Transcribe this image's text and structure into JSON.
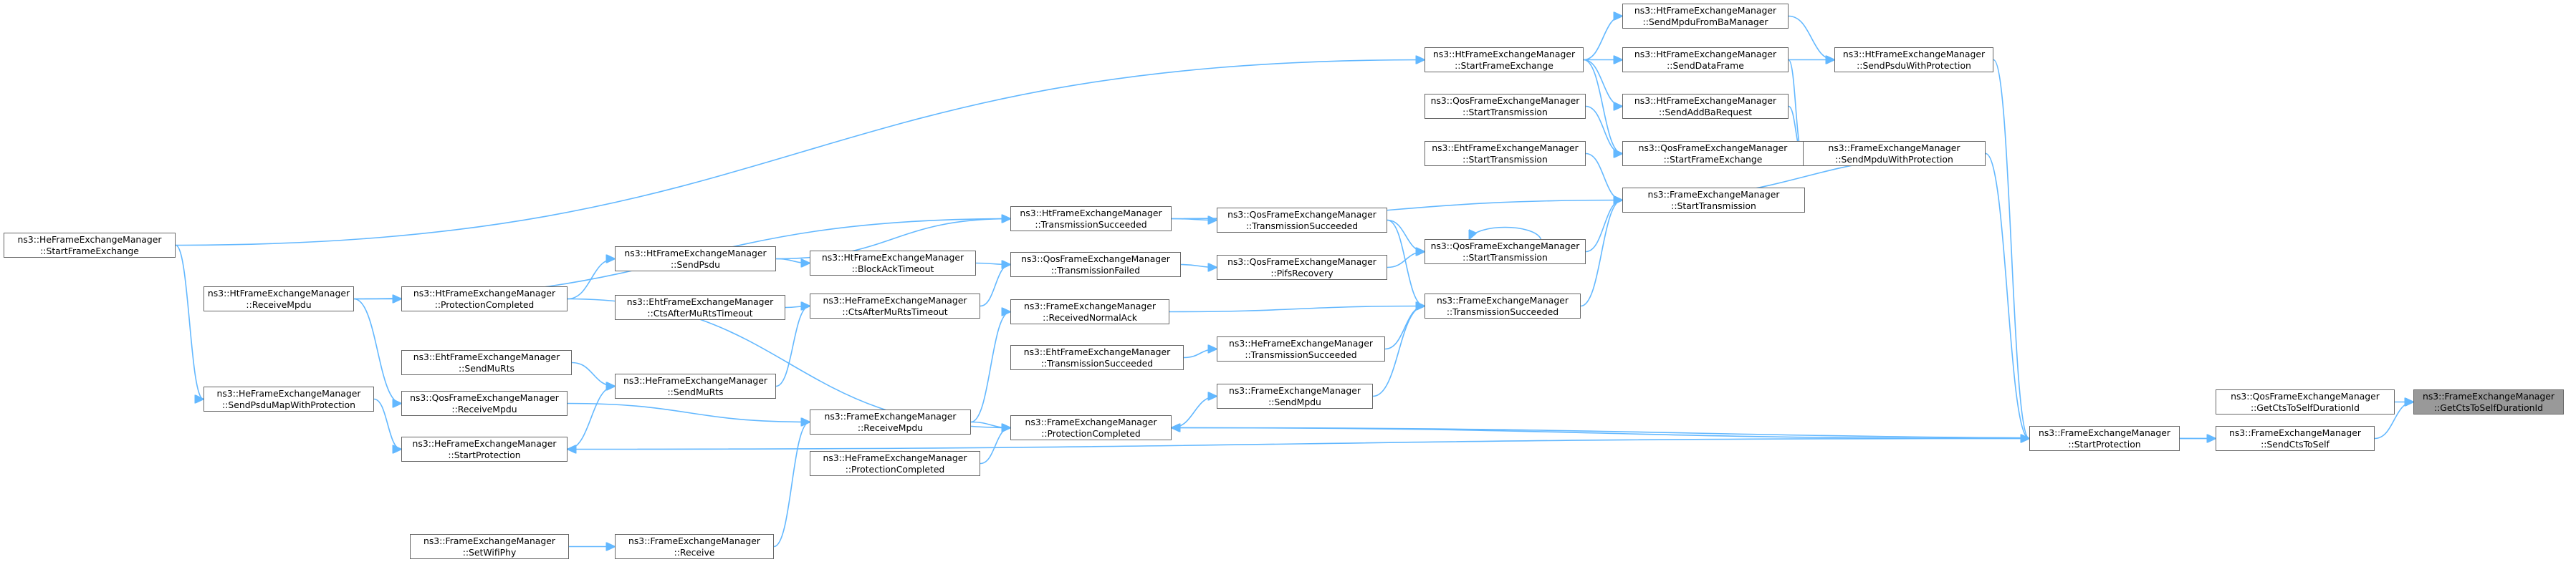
{
  "colors": {
    "edge": "#63b8ff",
    "node_border": "#666666",
    "node_fill": "#ffffff",
    "root_fill": "#999999"
  },
  "nodes": {
    "root": {
      "line1": "ns3::FrameExchangeManager",
      "line2": "::GetCtsToSelfDurationId"
    },
    "qosGetCts": {
      "line1": "ns3::QosFrameExchangeManager",
      "line2": "::GetCtsToSelfDurationId"
    },
    "sendCts": {
      "line1": "ns3::FrameExchangeManager",
      "line2": "::SendCtsToSelf"
    },
    "startProt": {
      "line1": "ns3::FrameExchangeManager",
      "line2": "::StartProtection"
    },
    "htSendPsdu": {
      "line1": "ns3::HtFrameExchangeManager",
      "line2": "::SendPsduWithProtection"
    },
    "sendMpduWP": {
      "line1": "ns3::FrameExchangeManager",
      "line2": "::SendMpduWithProtection"
    },
    "htSendMpduBa": {
      "line1": "ns3::HtFrameExchangeManager",
      "line2": "::SendMpduFromBaManager"
    },
    "htSendData": {
      "line1": "ns3::HtFrameExchangeManager",
      "line2": "::SendDataFrame"
    },
    "htSendAddBa": {
      "line1": "ns3::HtFrameExchangeManager",
      "line2": "::SendAddBaRequest"
    },
    "qosStartFE": {
      "line1": "ns3::QosFrameExchangeManager",
      "line2": "::StartFrameExchange"
    },
    "feStartTx": {
      "line1": "ns3::FrameExchangeManager",
      "line2": "::StartTransmission"
    },
    "htStartFE": {
      "line1": "ns3::HtFrameExchangeManager",
      "line2": "::StartFrameExchange"
    },
    "qosStartTx0": {
      "line1": "ns3::QosFrameExchangeManager",
      "line2": "::StartTransmission"
    },
    "ehtStartTx": {
      "line1": "ns3::EhtFrameExchangeManager",
      "line2": "::StartTransmission"
    },
    "qosStartTx": {
      "line1": "ns3::QosFrameExchangeManager",
      "line2": "::StartTransmission"
    },
    "feTxSucc": {
      "line1": "ns3::FrameExchangeManager",
      "line2": "::TransmissionSucceeded"
    },
    "qosTxSucc": {
      "line1": "ns3::QosFrameExchangeManager",
      "line2": "::TransmissionSucceeded"
    },
    "qosPifs": {
      "line1": "ns3::QosFrameExchangeManager",
      "line2": "::PifsRecovery"
    },
    "heTxSucc": {
      "line1": "ns3::HeFrameExchangeManager",
      "line2": "::TransmissionSucceeded"
    },
    "feSendMpdu": {
      "line1": "ns3::FrameExchangeManager",
      "line2": "::SendMpdu"
    },
    "htTxSucc": {
      "line1": "ns3::HtFrameExchangeManager",
      "line2": "::TransmissionSucceeded"
    },
    "qosTxFail": {
      "line1": "ns3::QosFrameExchangeManager",
      "line2": "::TransmissionFailed"
    },
    "feRecvAck": {
      "line1": "ns3::FrameExchangeManager",
      "line2": "::ReceivedNormalAck"
    },
    "ehtTxSucc": {
      "line1": "ns3::EhtFrameExchangeManager",
      "line2": "::TransmissionSucceeded"
    },
    "feProtComp": {
      "line1": "ns3::FrameExchangeManager",
      "line2": "::ProtectionCompleted"
    },
    "heProtComp": {
      "line1": "ns3::HeFrameExchangeManager",
      "line2": "::ProtectionCompleted"
    },
    "htBlockAck": {
      "line1": "ns3::HtFrameExchangeManager",
      "line2": "::BlockAckTimeout"
    },
    "heCtsMuTo": {
      "line1": "ns3::HeFrameExchangeManager",
      "line2": "::CtsAfterMuRtsTimeout"
    },
    "feRecvMpdu": {
      "line1": "ns3::FrameExchangeManager",
      "line2": "::ReceiveMpdu"
    },
    "feReceive": {
      "line1": "ns3::FrameExchangeManager",
      "line2": "::Receive"
    },
    "htSendPsdu2": {
      "line1": "ns3::HtFrameExchangeManager",
      "line2": "::SendPsdu"
    },
    "ehtCtsMuTo": {
      "line1": "ns3::EhtFrameExchangeManager",
      "line2": "::CtsAfterMuRtsTimeout"
    },
    "heSendMuRts": {
      "line1": "ns3::HeFrameExchangeManager",
      "line2": "::SendMuRts"
    },
    "feSetPhy": {
      "line1": "ns3::FrameExchangeManager",
      "line2": "::SetWifiPhy"
    },
    "htProtComp": {
      "line1": "ns3::HtFrameExchangeManager",
      "line2": "::ProtectionCompleted"
    },
    "ehtSendMuRts": {
      "line1": "ns3::EhtFrameExchangeManager",
      "line2": "::SendMuRts"
    },
    "qosRecvMpdu": {
      "line1": "ns3::QosFrameExchangeManager",
      "line2": "::ReceiveMpdu"
    },
    "heStartProt": {
      "line1": "ns3::HeFrameExchangeManager",
      "line2": "::StartProtection"
    },
    "htRecvMpdu": {
      "line1": "ns3::HtFrameExchangeManager",
      "line2": "::ReceiveMpdu"
    },
    "heSendPsduMap": {
      "line1": "ns3::HeFrameExchangeManager",
      "line2": "::SendPsduMapWithProtection"
    },
    "heStartFE": {
      "line1": "ns3::HeFrameExchangeManager",
      "line2": "::StartFrameExchange"
    }
  }
}
